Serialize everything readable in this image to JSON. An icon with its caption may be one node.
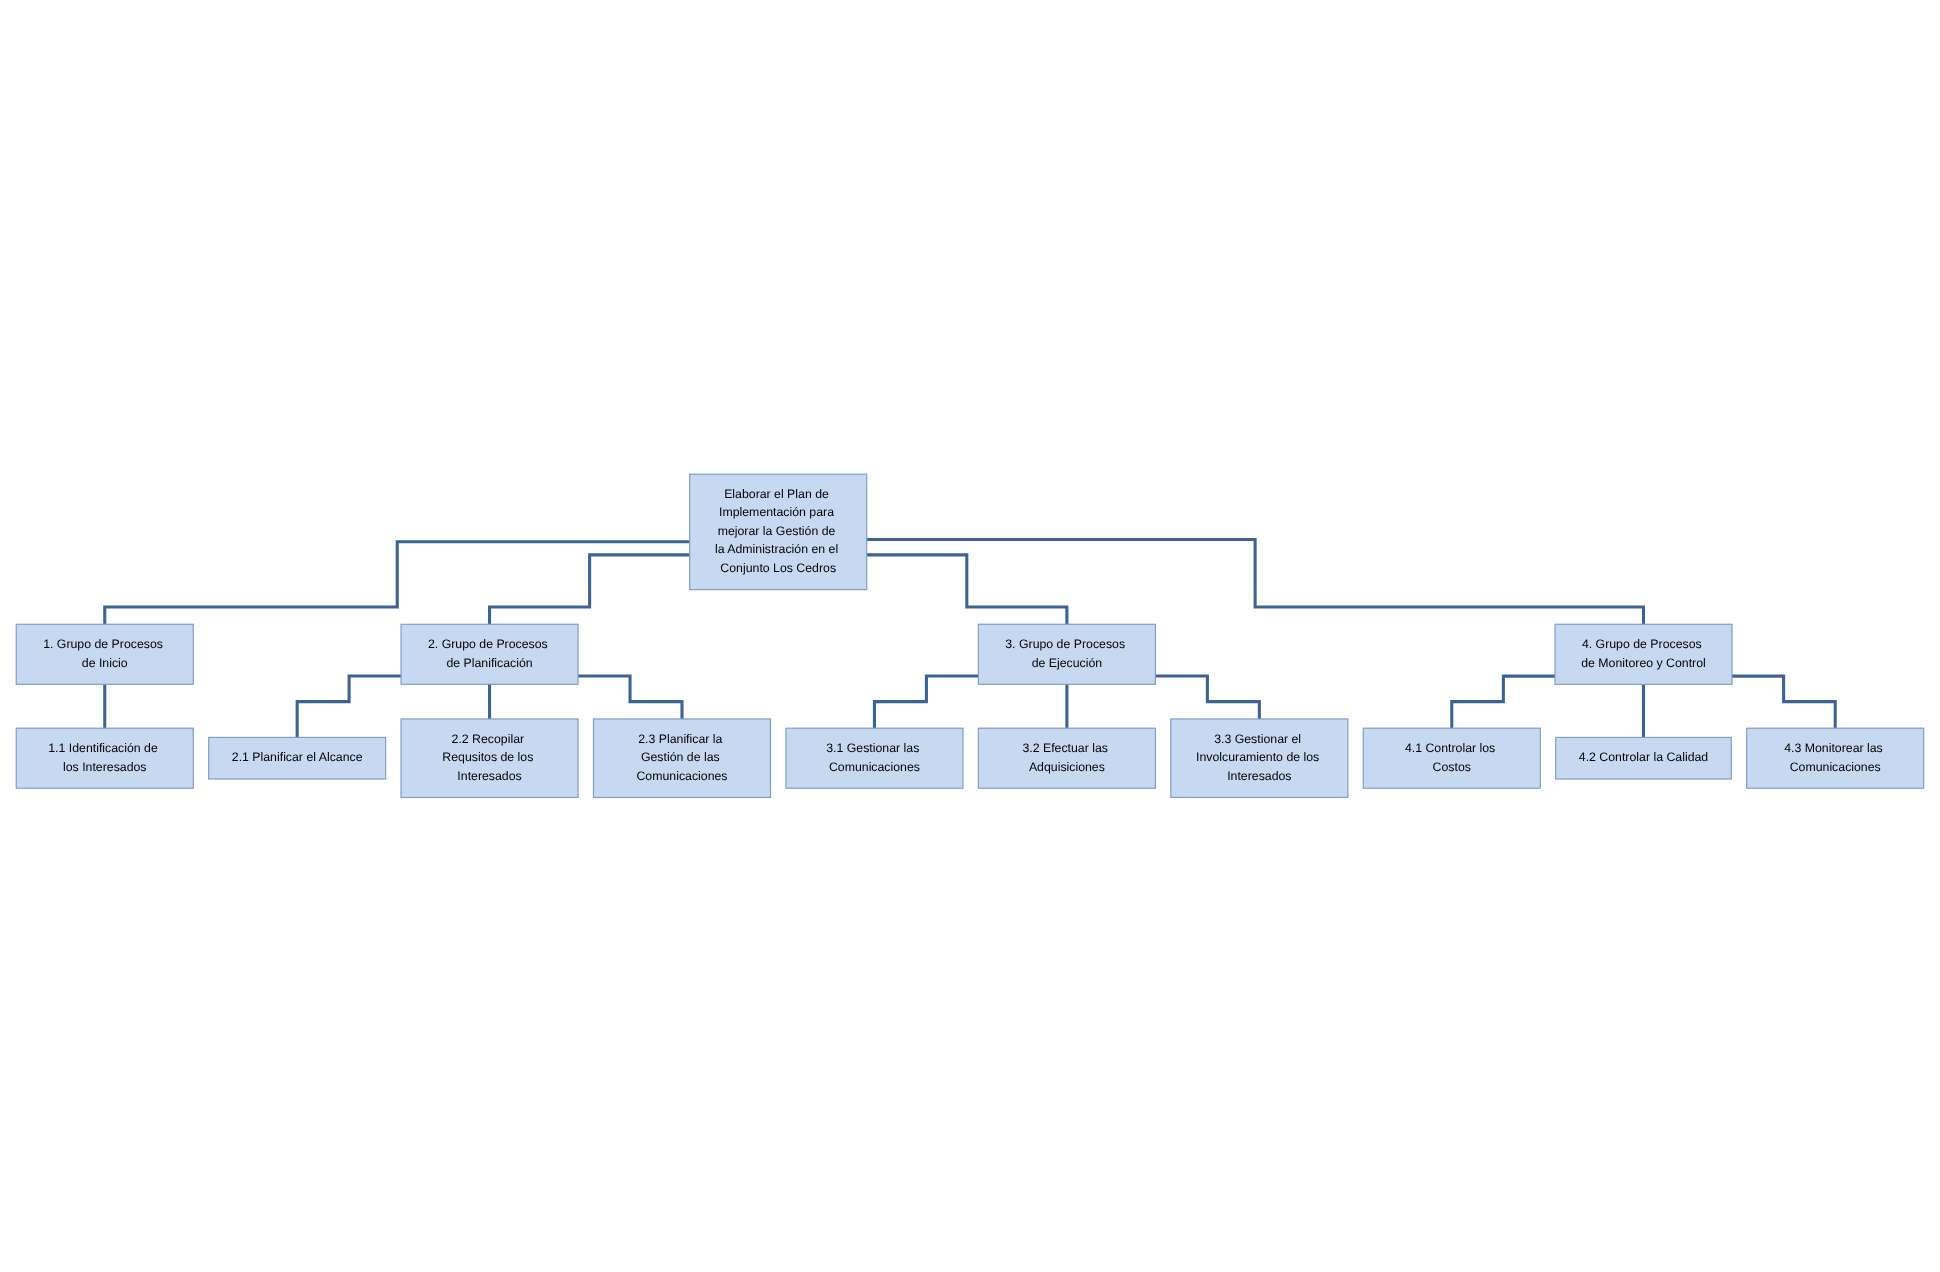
{
  "diagram": {
    "nodes": [
      {
        "text": [
          "Elaborar el Plan de Implementación para mejorar la Gestión de la Administración en el Conjunto Los Cedros"
        ]
      },
      {
        "text": [
          "1. Grupo de Procesos de Inicio"
        ]
      },
      {
        "text": [
          "1.1 Identificación de los Interesados"
        ]
      },
      {
        "text": [
          "2. Grupo de Procesos de Planificación"
        ]
      },
      {
        "text": [
          "2.1 Planificar el Alcance"
        ]
      },
      {
        "text": [
          "2.2 Recopilar Requsitos de los Interesados"
        ]
      },
      {
        "text": [
          "2.3 Planificar la Gestión de las Comunicaciones"
        ]
      },
      {
        "text": [
          "3. Grupo de Procesos de Ejecución"
        ]
      },
      {
        "text": [
          "3.1 Gestionar las Comunicaciones"
        ]
      },
      {
        "text": [
          "3.2 Efectuar las Adquisiciones"
        ]
      },
      {
        "text": [
          "3.3 Gestionar el Involcuramiento de los Interesados"
        ]
      },
      {
        "text": [
          "4. Grupo de Procesos de Monitoreo y Control"
        ]
      },
      {
        "text": [
          "4.1 Controlar los Costos"
        ]
      },
      {
        "text": [
          "4.2 Controlar la Calidad"
        ]
      },
      {
        "text": [
          "4.3 Monitorear las Comunicaciones"
        ]
      }
    ],
    "edges": [
      {
        "from": 0,
        "to": 1,
        "arrow": "none"
      },
      {
        "from": 0,
        "to": 3,
        "arrow": "none"
      },
      {
        "from": 0,
        "to": 7,
        "arrow": "none"
      },
      {
        "from": 0,
        "to": 11,
        "arrow": "none"
      },
      {
        "from": 1,
        "to": 2,
        "arrow": "none"
      },
      {
        "from": 3,
        "to": 4,
        "arrow": "none"
      },
      {
        "from": 3,
        "to": 5,
        "arrow": "none"
      },
      {
        "from": 3,
        "to": 6,
        "arrow": "none"
      },
      {
        "from": 7,
        "to": 8,
        "arrow": "none"
      },
      {
        "from": 7,
        "to": 9,
        "arrow": "none"
      },
      {
        "from": 7,
        "to": 10,
        "arrow": "none"
      },
      {
        "from": 11,
        "to": 12,
        "arrow": "none"
      },
      {
        "from": 11,
        "to": 13,
        "arrow": "none"
      },
      {
        "from": 11,
        "to": 14,
        "arrow": "none"
      }
    ]
  }
}
